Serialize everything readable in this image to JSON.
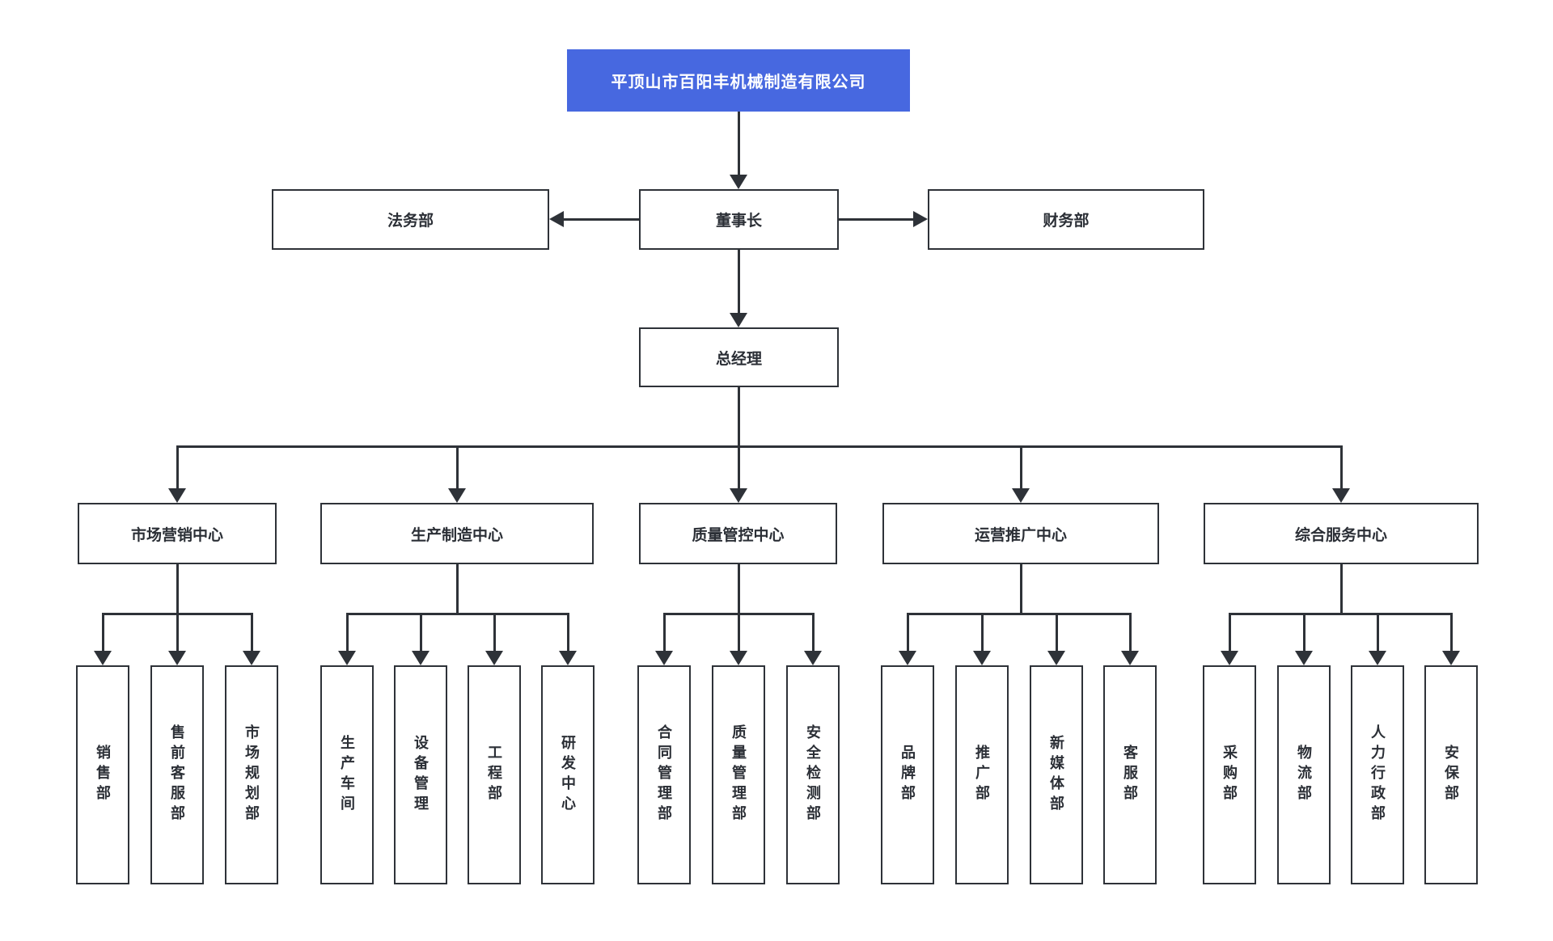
{
  "org": {
    "company": "平顶山市百阳丰机械制造有限公司",
    "chairman": "董事长",
    "legal": "法务部",
    "finance": "财务部",
    "gm": "总经理",
    "centers": [
      {
        "label": "市场营销中心",
        "departments": [
          "销售部",
          "售前客服部",
          "市场规划部"
        ]
      },
      {
        "label": "生产制造中心",
        "departments": [
          "生产车间",
          "设备管理",
          "工程部",
          "研发中心"
        ]
      },
      {
        "label": "质量管控中心",
        "departments": [
          "合同管理部",
          "质量管理部",
          "安全检测部"
        ]
      },
      {
        "label": "运营推广中心",
        "departments": [
          "品牌部",
          "推广部",
          "新媒体部",
          "客服部"
        ]
      },
      {
        "label": "综合服务中心",
        "departments": [
          "采购部",
          "物流部",
          "人力行政部",
          "安保部"
        ]
      }
    ],
    "colors": {
      "root_bg": "#4768e0",
      "root_text": "#ffffff",
      "node_border": "#2e3238",
      "node_text": "#2b2f36",
      "line": "#2e3238",
      "background": "#ffffff"
    }
  }
}
